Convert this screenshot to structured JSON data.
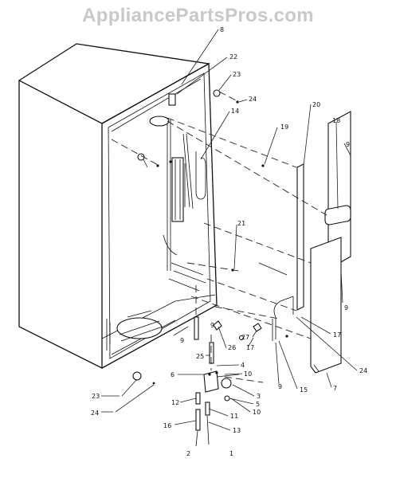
{
  "watermark": "AppliancePartsPros.com",
  "callouts": {
    "c8": "8",
    "c22": "22",
    "c23a": "23",
    "c24a": "24",
    "c14": "14",
    "c20": "20",
    "c19": "19",
    "c18": "18",
    "c9a": "9",
    "c21": "21",
    "c9b": "9",
    "c9c": "9",
    "c17a": "17",
    "c27": "27",
    "c17b": "17",
    "c9d": "9",
    "c9e": "9",
    "c26": "26",
    "c25": "25",
    "c4": "4",
    "c6": "6",
    "c10a": "10",
    "c3": "3",
    "c5": "5",
    "c10b": "10",
    "c12": "12",
    "c11": "11",
    "c16": "16",
    "c13": "13",
    "c2": "2",
    "c1": "1",
    "c15": "15",
    "c7": "7",
    "c24b": "24",
    "c23b": "23",
    "c24c": "24"
  }
}
